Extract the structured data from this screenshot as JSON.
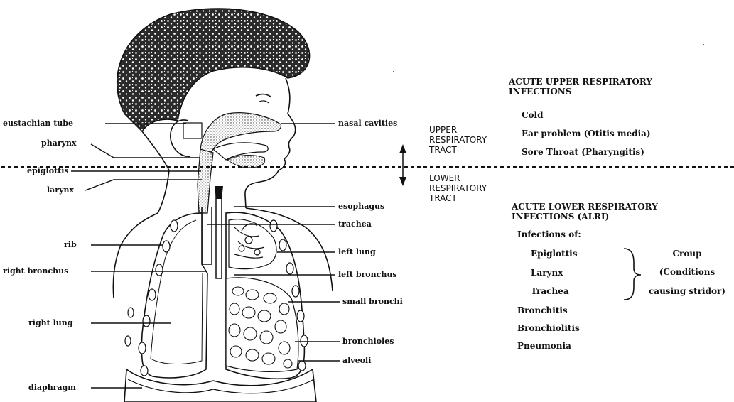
{
  "labels": {
    "eustachian_tube": "eustachian tube",
    "pharynx": "pharynx",
    "epiglottis": "epiglottis",
    "larynx": "larynx",
    "rib": "rib",
    "right_bronchus": "right bronchus",
    "right_lung": "right lung",
    "diaphragm": "diaphragm",
    "nasal_cavities": "nasal cavities",
    "esophagus": "esophagus",
    "trachea": "trachea",
    "left_lung": "left lung",
    "left_bronchus": "left bronchus",
    "small_bronchi": "small bronchi",
    "bronchioles": "bronchioles",
    "alveoli": "alveoli"
  },
  "tracts": {
    "upper": [
      "UPPER",
      "RESPIRATORY",
      "TRACT"
    ],
    "lower": [
      "LOWER",
      "RESPIRATORY",
      "TRACT"
    ]
  },
  "upper_infections": {
    "heading": [
      "ACUTE UPPER RESPIRATORY",
      "INFECTIONS"
    ],
    "items": [
      "Cold",
      "Ear problem (Otitis media)",
      "Sore Throat (Pharyngitis)"
    ]
  },
  "lower_infections": {
    "heading": [
      "ACUTE LOWER RESPIRATORY",
      "INFECTIONS (ALRI)"
    ],
    "intro": "Infections of:",
    "croup_items": [
      "Epiglottis",
      "Larynx",
      "Trachea"
    ],
    "croup_label": [
      "Croup",
      "(Conditions",
      "causing stridor)"
    ],
    "other_items": [
      "Bronchitis",
      "Bronchiolitis",
      "Pneumonia"
    ]
  }
}
